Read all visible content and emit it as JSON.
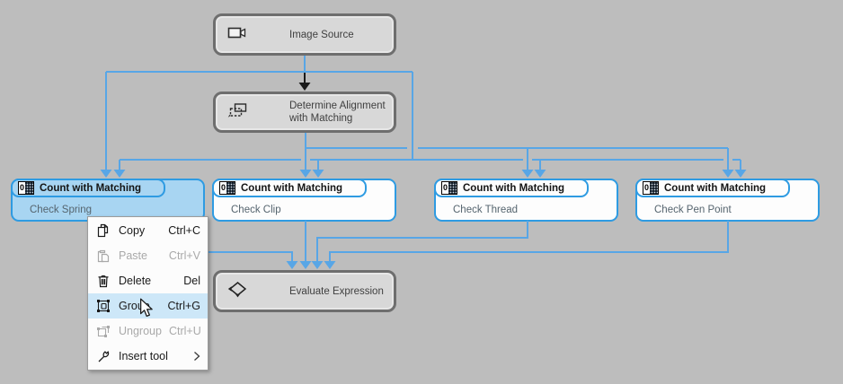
{
  "colors": {
    "background": "#bdbdbd",
    "accent_blue": "#58a6e6",
    "node_border_blue": "#2e9be2",
    "selected_fill": "#a8d5f2",
    "gray_node_fill": "#d8d8d8",
    "gray_node_border": "#6e6e6e",
    "menu_highlight": "#cde7f8"
  },
  "nodes": {
    "image_source": {
      "label": "Image Source",
      "icon": "camera-icon"
    },
    "determine_alignment": {
      "label": "Determine Alignment with Matching",
      "icon": "alignment-icon"
    },
    "evaluate": {
      "label": "Evaluate Expression",
      "icon": "evaluate-icon"
    },
    "count_icon_digit": "0",
    "count_tools": [
      {
        "header": "Count with Matching",
        "label": "Check Spring",
        "selected": true
      },
      {
        "header": "Count with Matching",
        "label": "Check Clip",
        "selected": false
      },
      {
        "header": "Count with Matching",
        "label": "Check Thread",
        "selected": false
      },
      {
        "header": "Count with Matching",
        "label": "Check Pen Point",
        "selected": false
      }
    ]
  },
  "context_menu": {
    "items": [
      {
        "label": "Copy",
        "shortcut": "Ctrl+C",
        "enabled": true,
        "icon": "copy-icon"
      },
      {
        "label": "Paste",
        "shortcut": "Ctrl+V",
        "enabled": false,
        "icon": "paste-icon"
      },
      {
        "label": "Delete",
        "shortcut": "Del",
        "enabled": true,
        "icon": "delete-icon"
      },
      {
        "label": "Group",
        "shortcut": "Ctrl+G",
        "enabled": true,
        "highlighted": true,
        "icon": "group-icon"
      },
      {
        "label": "Ungroup",
        "shortcut": "Ctrl+U",
        "enabled": false,
        "icon": "ungroup-icon"
      },
      {
        "label": "Insert tool",
        "shortcut": "",
        "submenu": true,
        "enabled": true,
        "icon": "wrench-icon"
      }
    ]
  }
}
